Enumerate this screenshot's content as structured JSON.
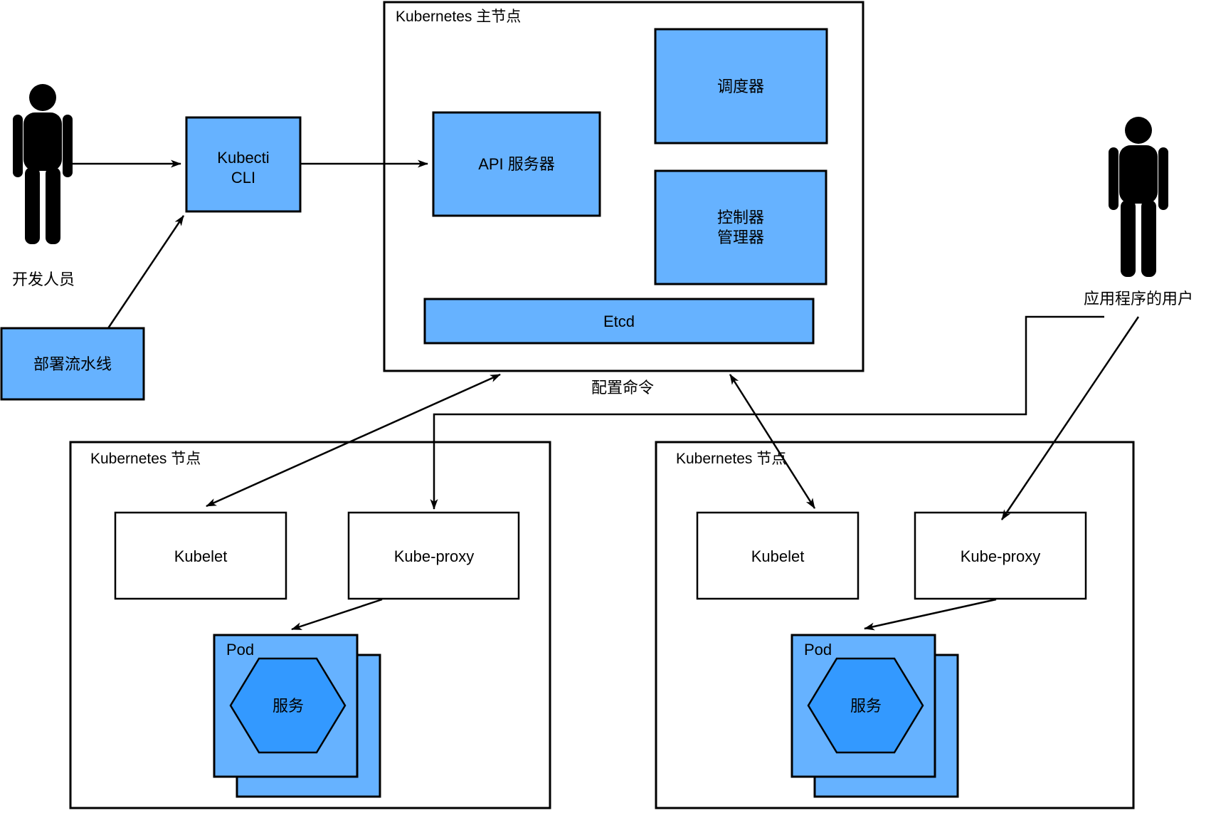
{
  "colors": {
    "box_fill": "#66B2FF",
    "service_fill": "#3399FF",
    "stroke": "#000000",
    "background": "#FFFFFF"
  },
  "actors": {
    "developer": {
      "label": "开发人员"
    },
    "app_user": {
      "label": "应用程序的用户"
    }
  },
  "cli": {
    "line1": "Kubecti",
    "line2": "CLI"
  },
  "pipeline": {
    "label": "部署流水线"
  },
  "master": {
    "title": "Kubernetes 主节点",
    "api_server": {
      "label": "API 服务器"
    },
    "scheduler": {
      "label": "调度器"
    },
    "controller_manager": {
      "line1": "控制器",
      "line2": "管理器"
    },
    "etcd": {
      "label": "Etcd"
    }
  },
  "edges": {
    "config_commands_label": "配置命令"
  },
  "nodes": [
    {
      "title": "Kubernetes 节点",
      "kubelet": "Kubelet",
      "kube_proxy": "Kube-proxy",
      "pod_label": "Pod",
      "service_label": "服务"
    },
    {
      "title": "Kubernetes 节点",
      "kubelet": "Kubelet",
      "kube_proxy": "Kube-proxy",
      "pod_label": "Pod",
      "service_label": "服务"
    }
  ]
}
